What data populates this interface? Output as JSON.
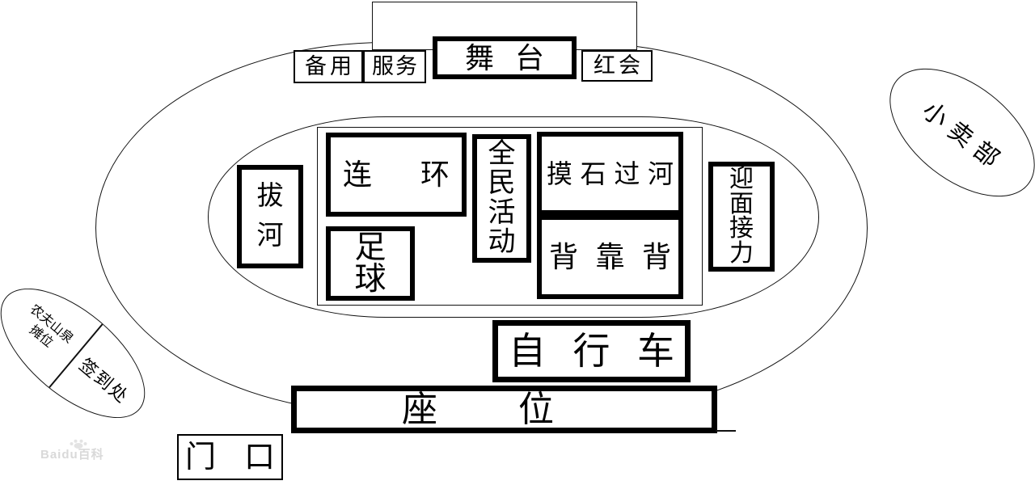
{
  "venue": {
    "stage": "舞台",
    "rooms": {
      "backup": "备用",
      "service": "服务",
      "red_cross": "红会"
    },
    "shop": "小卖部",
    "infield": {
      "tug_of_war": "拔河",
      "chain": "连环",
      "fitness": "全民活动",
      "stone_river": "摸石过河",
      "football": "足球",
      "back_to_back": "背靠背",
      "relay": "迎面接力"
    },
    "bicycle": "自行车",
    "seats": "座位",
    "entrance": "门口",
    "booth": {
      "vendor_line1": "农夫山泉",
      "vendor_line2": "摊位",
      "sign_in": "签到处"
    }
  },
  "watermark": {
    "text": "Baidu百科"
  }
}
